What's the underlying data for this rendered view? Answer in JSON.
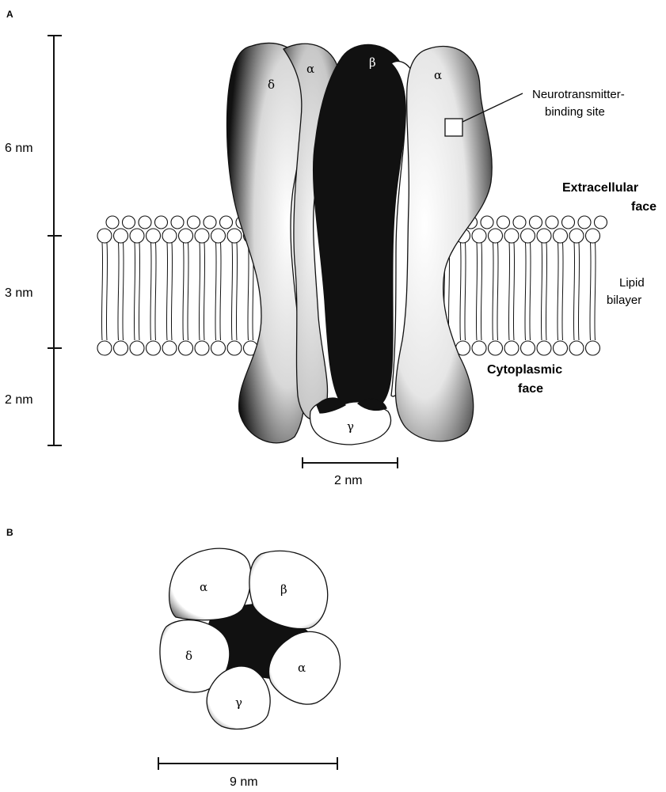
{
  "panels": {
    "a": {
      "letter": "A",
      "scale_labels": [
        "6 nm",
        "3 nm",
        "2 nm"
      ],
      "bottom_scale": "2 nm",
      "subunits_top": [
        "δ",
        "α",
        "β",
        "α"
      ],
      "subunit_bottom": "γ",
      "annotations": {
        "binding_site_line1": "Neurotransmitter-",
        "binding_site_line2": "binding site",
        "extracellular_line1": "Extracellular",
        "extracellular_line2": "face",
        "lipid_line1": "Lipid",
        "lipid_line2": "bilayer",
        "cytoplasmic_line1": "Cytoplasmic",
        "cytoplasmic_line2": "face"
      }
    },
    "b": {
      "letter": "B",
      "subunits": [
        "α",
        "β",
        "δ",
        "α",
        "γ"
      ],
      "scale": "9 nm"
    }
  }
}
